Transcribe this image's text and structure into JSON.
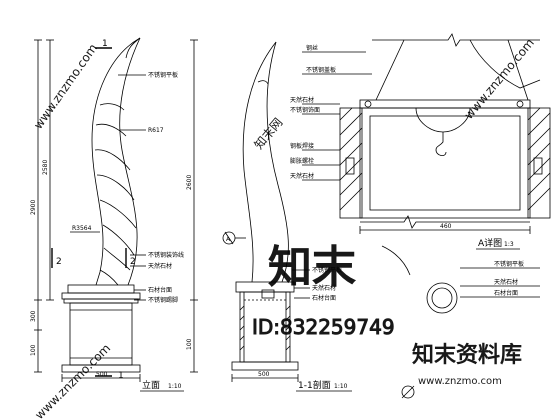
{
  "section_marks": {
    "top": "1",
    "bottom": "1",
    "left": "2",
    "right": "2"
  },
  "callouts_elevation": [
    "不锈钢平板",
    "R617",
    "R3564",
    "不锈钢装饰线",
    "天然石材",
    "石材台面",
    "不锈钢踢脚"
  ],
  "callouts_section": [
    "不锈钢平板",
    "天然石材",
    "石材台面"
  ],
  "callouts_detail": [
    "钢丝",
    "不锈钢盖板",
    "天然石材",
    "不锈钢饰面",
    "钢板焊接",
    "膨胀螺栓",
    "天然石材"
  ],
  "dimensions": {
    "elev_total_height": "2900",
    "elev_upper": "2580",
    "elev_base": "300",
    "elev_bottom": "100",
    "elev_width": "500",
    "section_height": "2600",
    "section_base": "100",
    "section_width": "500",
    "detail_width": "460"
  },
  "titles": {
    "elevation": "立面",
    "elevation_scale": "1:10",
    "section": "1-1剖面",
    "section_scale": "1:10",
    "detail": "A详图",
    "detail_scale": "1:3",
    "detail_mark": "A"
  },
  "watermark": {
    "logo_text": "知末",
    "id_text": "ID:832259749",
    "brand_cn": "知末资料库",
    "url": "www.znzmo.com",
    "diag_text": "www.znzmo.com",
    "diag_text_2": "知末网"
  }
}
